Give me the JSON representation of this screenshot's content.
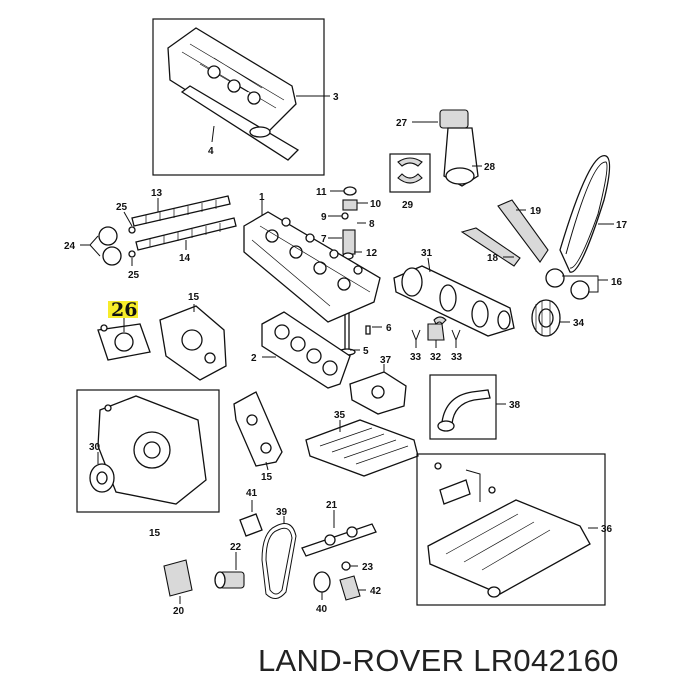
{
  "highlight": {
    "label": "26",
    "color": "#f7ec2a"
  },
  "footer": {
    "brand": "LAND-ROVER",
    "part_number": "LR042160"
  },
  "callouts": [
    "1",
    "2",
    "3",
    "4",
    "5",
    "6",
    "7",
    "8",
    "9",
    "10",
    "11",
    "12",
    "13",
    "14",
    "15",
    "15",
    "15",
    "16",
    "17",
    "18",
    "19",
    "20",
    "21",
    "22",
    "23",
    "24",
    "25",
    "25",
    "27",
    "28",
    "29",
    "30",
    "31",
    "32",
    "33",
    "33",
    "34",
    "35",
    "36",
    "37",
    "38",
    "39",
    "40",
    "41",
    "42"
  ]
}
